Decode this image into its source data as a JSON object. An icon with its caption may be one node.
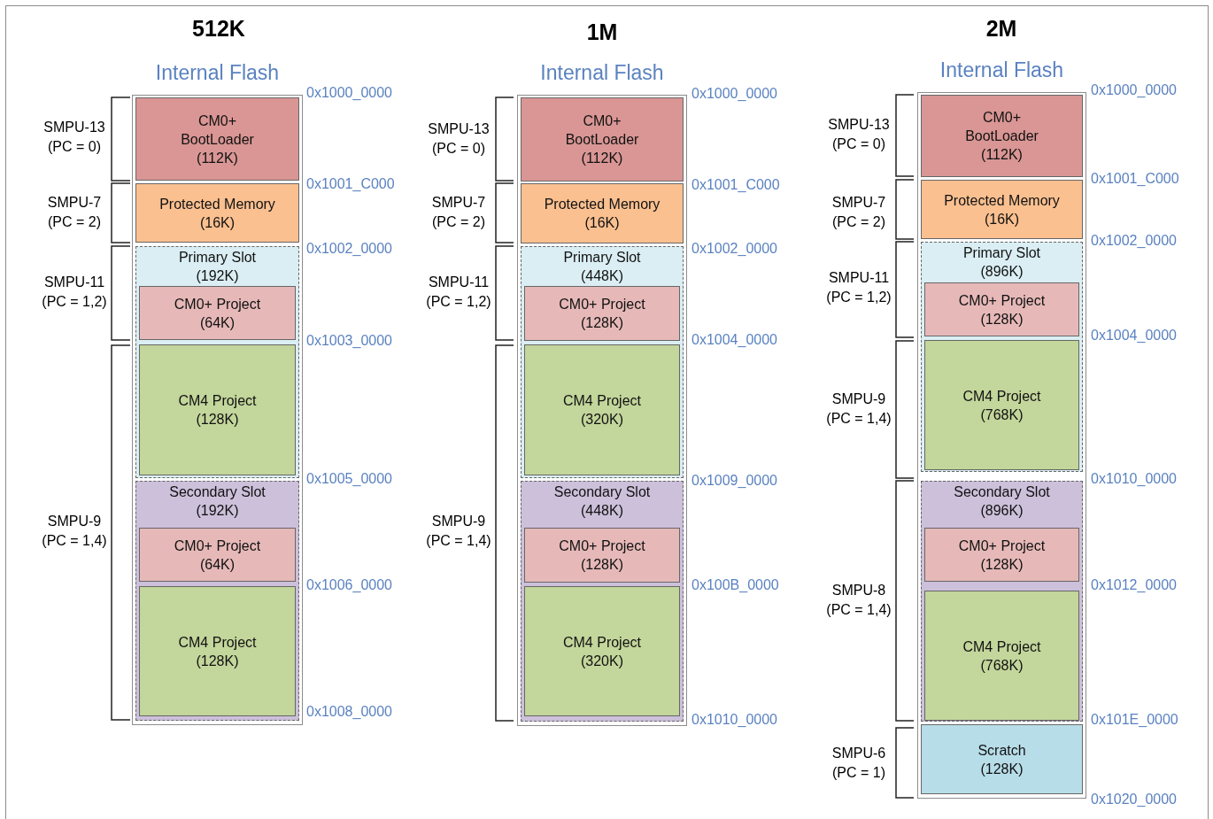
{
  "diagram": {
    "nodes": [
      {
        "text": [
          "Internal Flash"
        ]
      },
      {
        "text": [
          "CM0+ BootLoader",
          "(112K)"
        ],
        "in": 0
      },
      {
        "text": [
          "Protected Memory",
          "(16K)"
        ],
        "in": 0
      },
      {
        "text": [
          "Primary Slot",
          "(192K)"
        ],
        "in": 0
      },
      {
        "text": [
          "CM0+ Project",
          "(64K)"
        ],
        "in": 3
      },
      {
        "text": [
          "CM4 Project",
          "(128K)"
        ],
        "in": 3
      },
      {
        "text": [
          "Secondary Slot",
          "(192K)"
        ],
        "in": 0
      },
      {
        "text": [
          "CM0+ Project",
          "(64K)"
        ],
        "in": 6
      },
      {
        "text": [
          "CM4 Project",
          "(128K)"
        ],
        "in": 6
      },
      {
        "text": [
          "Internal Flash"
        ]
      },
      {
        "text": [
          "CM0+ BootLoader",
          "(112K)"
        ],
        "in": 9
      },
      {
        "text": [
          "Protected Memory",
          "(16K)"
        ],
        "in": 9
      },
      {
        "text": [
          "Primary Slot",
          "(448K)"
        ],
        "in": 9
      },
      {
        "text": [
          "CM0+ Project",
          "(128K)"
        ],
        "in": 12
      },
      {
        "text": [
          "CM4 Project",
          "(320K)"
        ],
        "in": 12
      },
      {
        "text": [
          "Secondary Slot",
          "(448K)"
        ],
        "in": 9
      },
      {
        "text": [
          "CM0+ Project",
          "(128K)"
        ],
        "in": 15
      },
      {
        "text": [
          "CM4 Project",
          "(320K)"
        ],
        "in": 15
      },
      {
        "text": [
          "Internal Flash"
        ]
      },
      {
        "text": [
          "CM0+ BootLoader",
          "(112K)"
        ],
        "in": 18
      },
      {
        "text": [
          "Protected Memory",
          "(16K)"
        ],
        "in": 18
      },
      {
        "text": [
          "Primary Slot",
          "(896K)"
        ],
        "in": 18
      },
      {
        "text": [
          "CM0+ Project",
          "(128K)"
        ],
        "in": 21
      },
      {
        "text": [
          "CM4 Project",
          "(768K)"
        ],
        "in": 21
      },
      {
        "text": [
          "Secondary Slot",
          "(896K)"
        ],
        "in": 18
      },
      {
        "text": [
          "CM0+ Project",
          "(128K)"
        ],
        "in": 24
      },
      {
        "text": [
          "CM4 Project",
          "(768K)"
        ],
        "in": 24
      },
      {
        "text": [
          "Scratch",
          "(128K)"
        ],
        "in": 18
      }
    ],
    "edges": [],
    "labels": [
      "512K",
      "SMPU-13",
      "(PC = 0)",
      "SMPU-7",
      "(PC = 2)",
      "SMPU-11",
      "(PC = 1,2)",
      "SMPU-9",
      "(PC = 1,4)",
      "0x1000_0000",
      "0x1001_C000",
      "0x1002_0000",
      "0x1003_0000",
      "0x1005_0000",
      "0x1006_0000",
      "0x1008_0000",
      "1M",
      "SMPU-13",
      "(PC = 0)",
      "SMPU-7",
      "(PC = 2)",
      "SMPU-11",
      "(PC = 1,2)",
      "SMPU-9",
      "(PC = 1,4)",
      "0x1000_0000",
      "0x1001_C000",
      "0x1002_0000",
      "0x1004_0000",
      "0x1009_0000",
      "0x100B_0000",
      "0x1010_0000",
      "2M",
      "SMPU-13",
      "(PC = 0)",
      "SMPU-7",
      "(PC = 2)",
      "SMPU-11",
      "(PC = 1,2)",
      "SMPU-9",
      "(PC = 1,4)",
      "SMPU-8",
      "(PC = 1,4)",
      "SMPU-6",
      "(PC = 1)",
      "0x1000_0000",
      "0x1001_C000",
      "0x1002_0000",
      "0x1004_0000",
      "0x1010_0000",
      "0x1012_0000",
      "0x101E_0000",
      "0x1020_0000"
    ]
  }
}
